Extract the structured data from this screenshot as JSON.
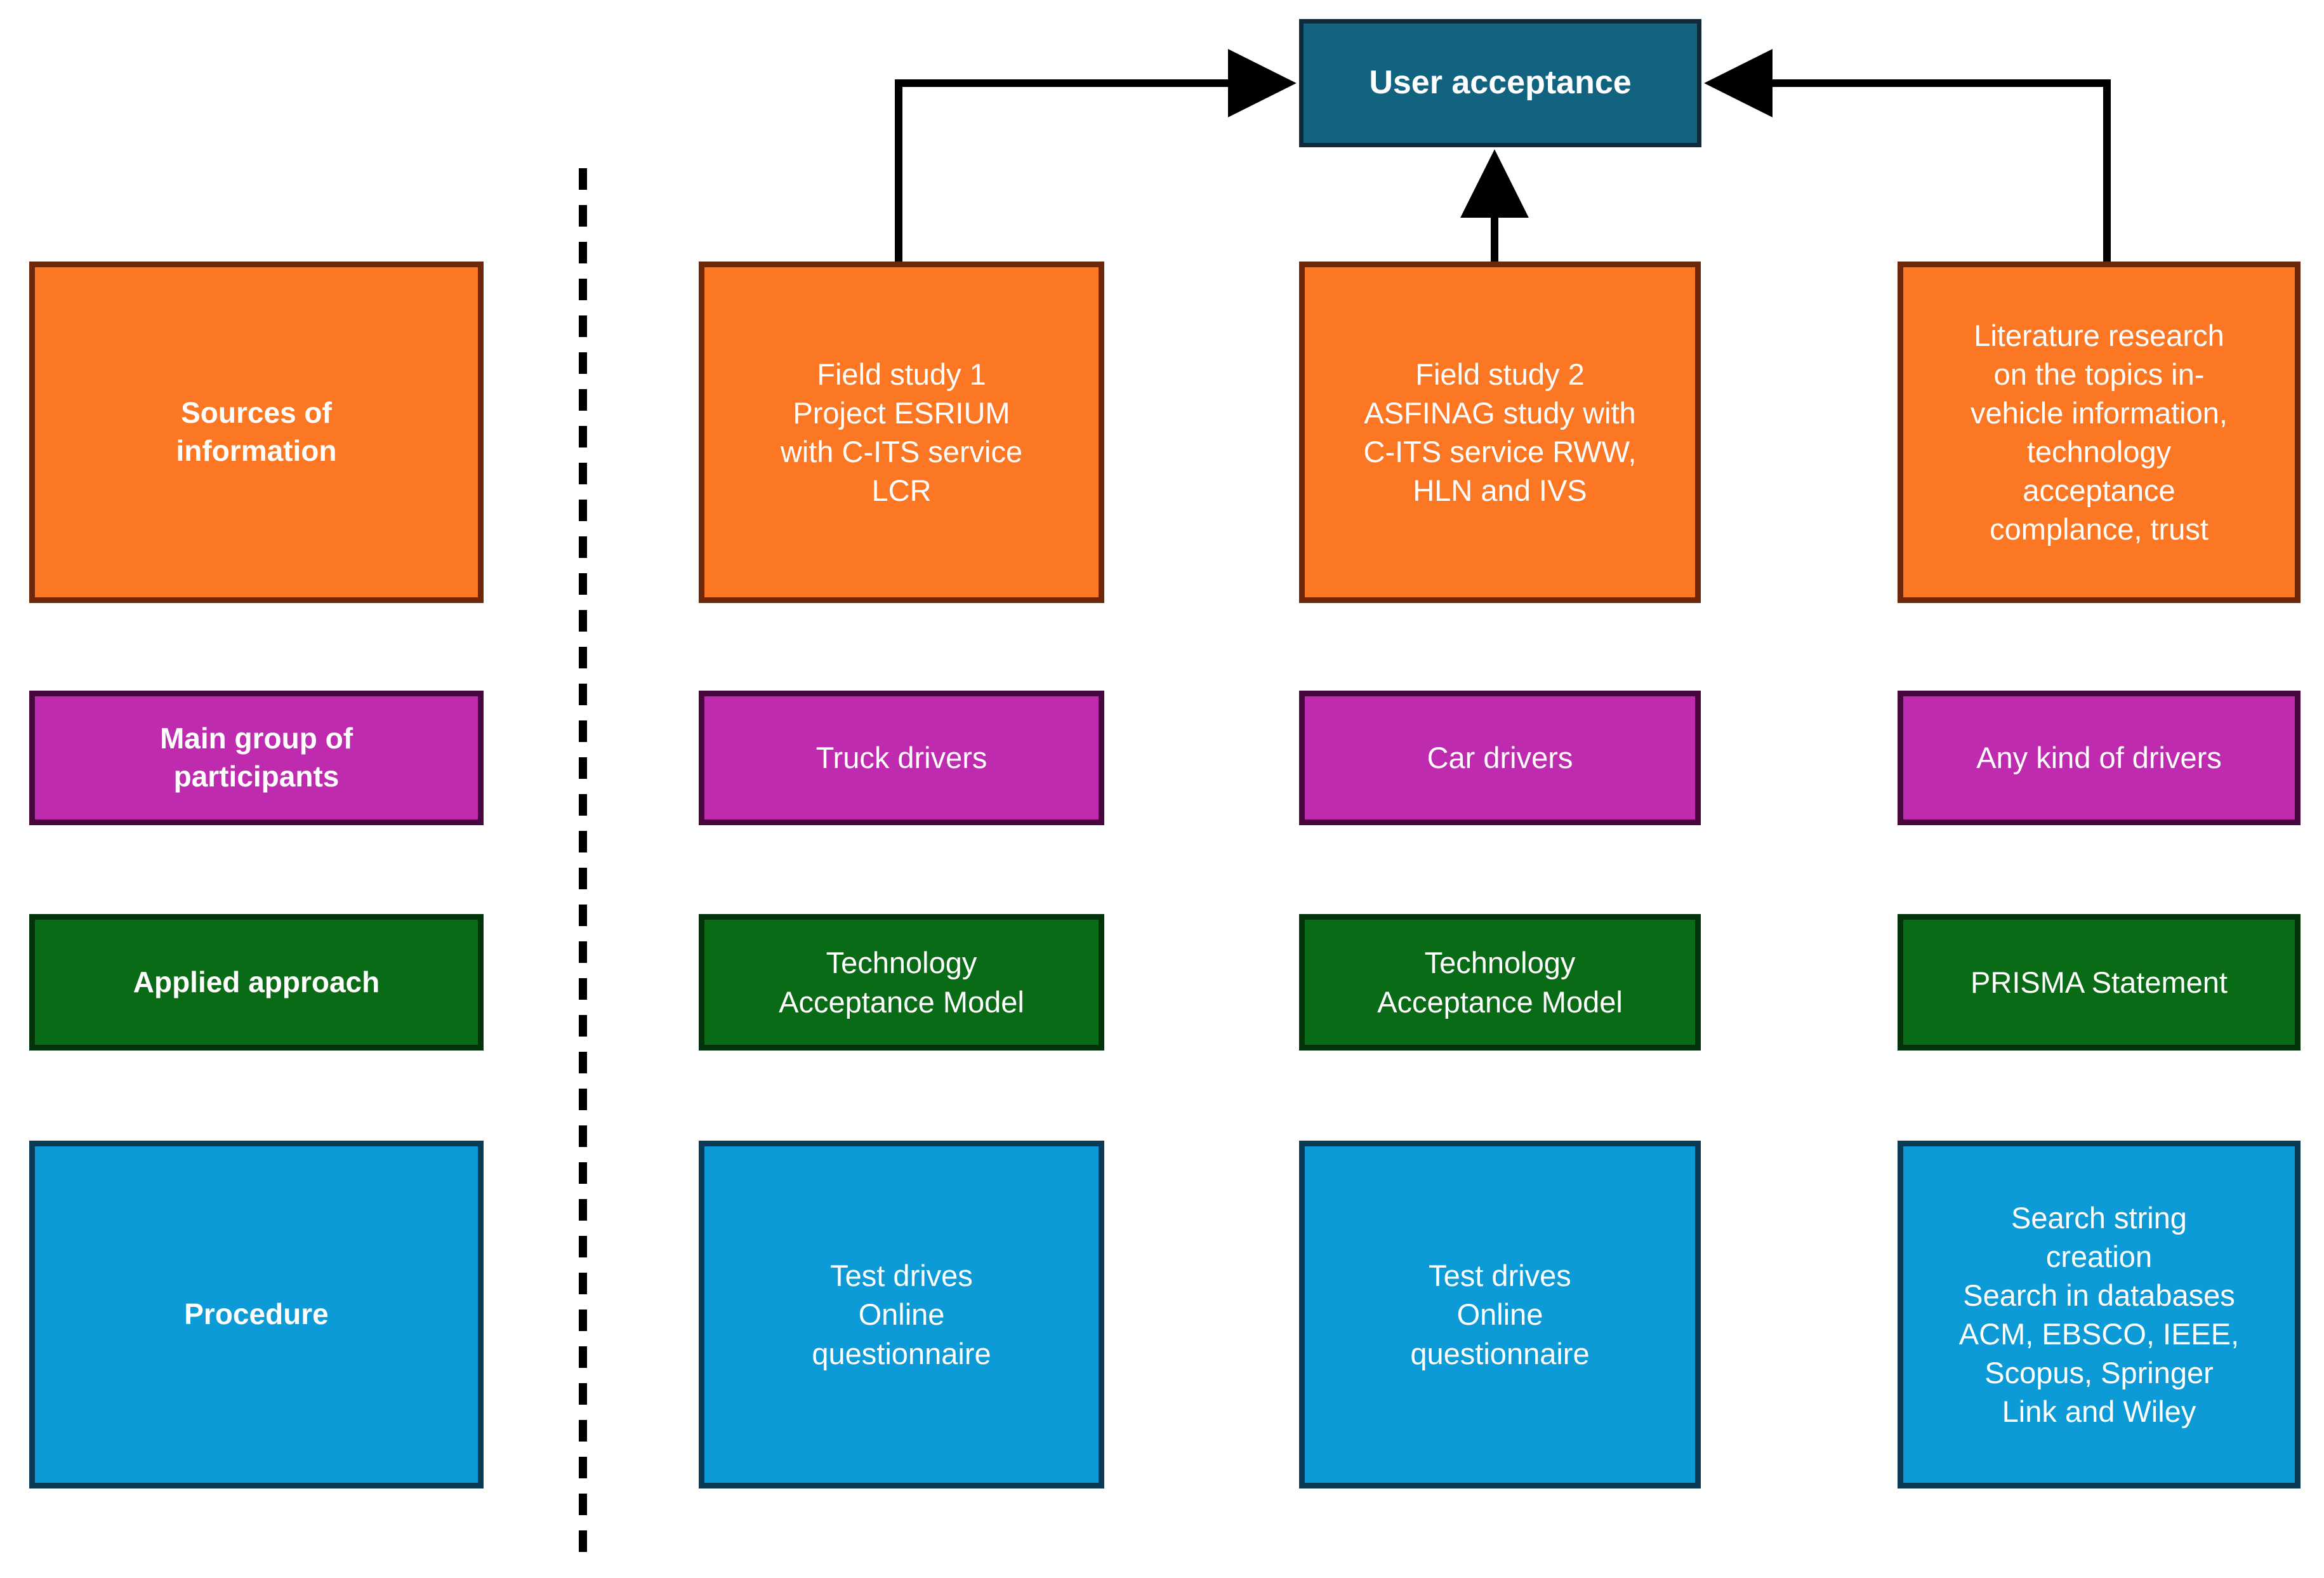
{
  "diagram": {
    "title_box": {
      "label": "User acceptance",
      "color": "#126380",
      "border_color": "#102a3a"
    },
    "divider": {
      "style": "dashed-vertical",
      "color": "#000000"
    },
    "row_labels": [
      {
        "label": "Sources of\ninformation",
        "color": "#FB7724",
        "border_color": "#6E2708"
      },
      {
        "label": "Main group of\nparticipants",
        "color": "#BE2BAE",
        "border_color": "#49073F"
      },
      {
        "label": "Applied approach",
        "color": "#0A6B17",
        "border_color": "#03330A"
      },
      {
        "label": "Procedure",
        "color": "#0C9BD6",
        "border_color": "#0B3A57"
      }
    ],
    "columns": [
      {
        "sources": "Field study 1\nProject  ESRIUM\nwith C-ITS service\nLCR",
        "participants": "Truck drivers",
        "approach": "Technology\nAcceptance Model",
        "procedure": "Test drives\nOnline\nquestionnaire"
      },
      {
        "sources": "Field study 2\nASFINAG study with\nC-ITS service RWW,\nHLN and IVS",
        "participants": "Car drivers",
        "approach": "Technology\nAcceptance Model",
        "procedure": "Test drives\nOnline\nquestionnaire"
      },
      {
        "sources": "Literature research\non the topics in-\nvehicle information,\ntechnology\nacceptance\ncomplance, trust",
        "participants": "Any kind of drivers",
        "approach": "PRISMA Statement",
        "procedure": "Search string\ncreation\nSearch in databases\nACM, EBSCO, IEEE,\nScopus, Springer\nLink and Wiley"
      }
    ],
    "connectors": [
      {
        "name": "field-study-1-to-user-acceptance",
        "from": "Field study 1",
        "to": "User acceptance",
        "shape": "elbow-up-right"
      },
      {
        "name": "field-study-2-to-user-acceptance",
        "from": "Field study 2",
        "to": "User acceptance",
        "shape": "straight-up"
      },
      {
        "name": "literature-research-to-user-acceptance",
        "from": "Literature research",
        "to": "User acceptance",
        "shape": "elbow-up-left"
      }
    ]
  }
}
